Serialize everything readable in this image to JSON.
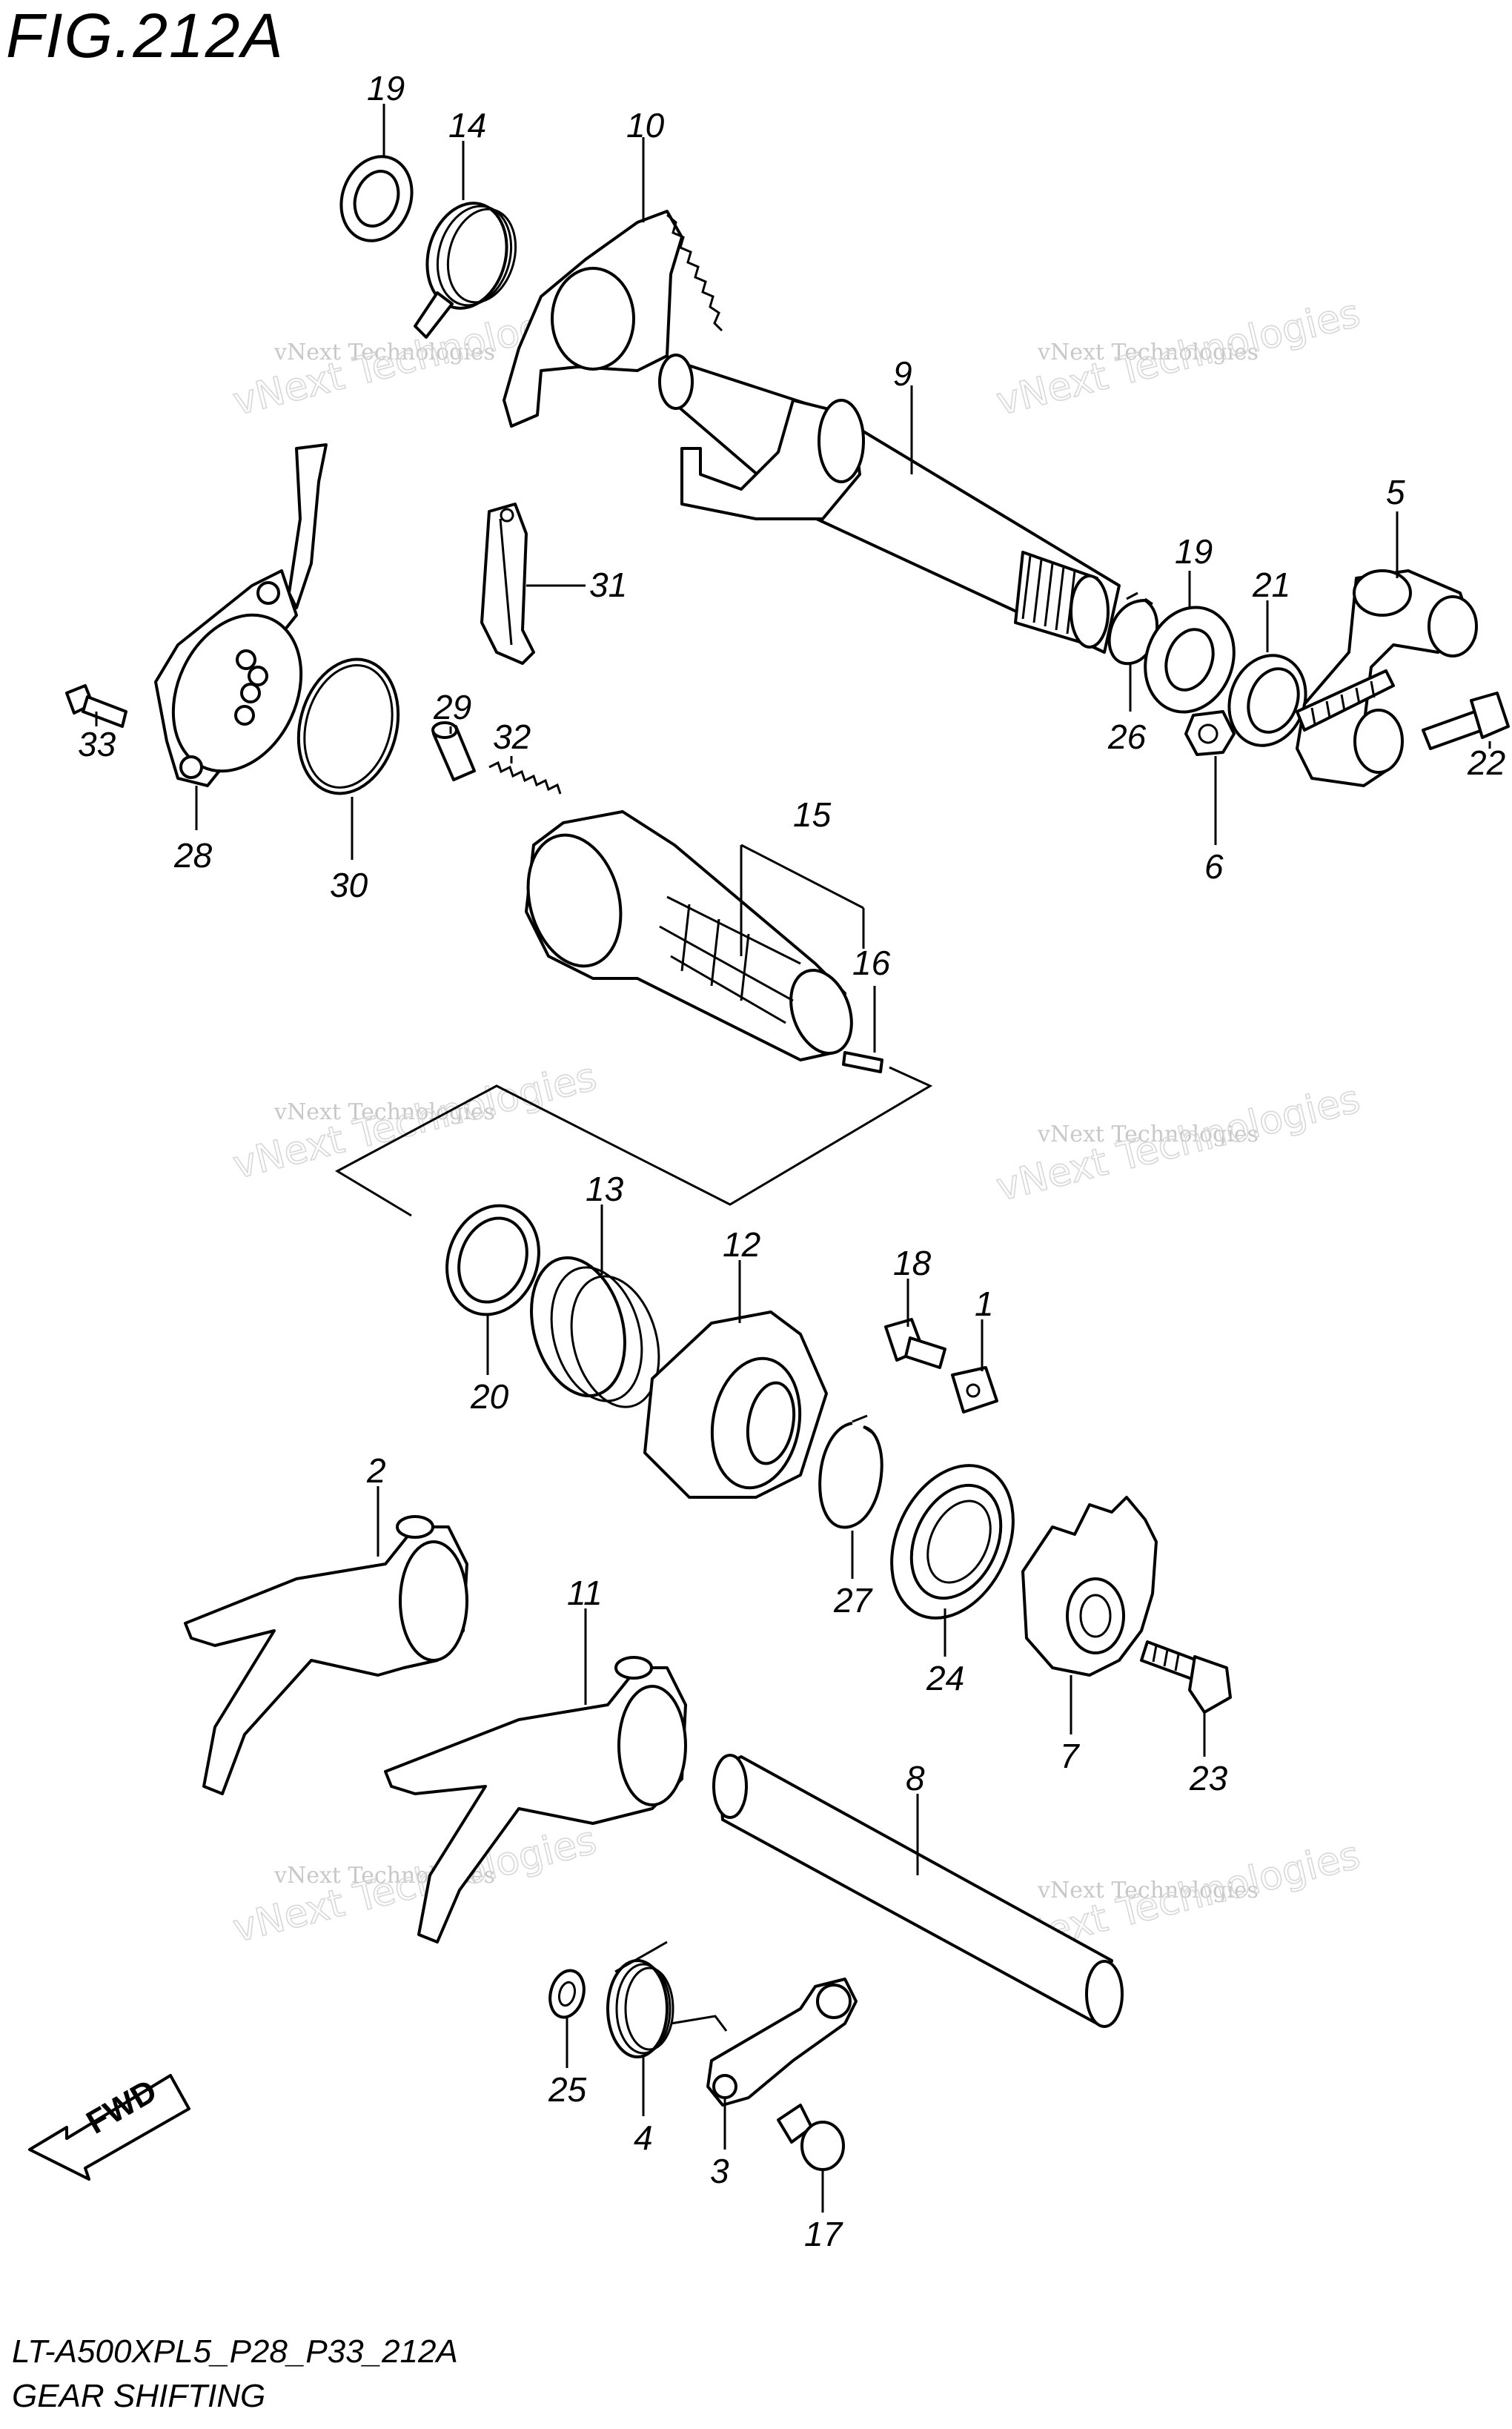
{
  "figure": {
    "title": "FIG.212A",
    "model_code": "LT-A500XPL5_P28_P33_212A",
    "section_name": "GEAR SHIFTING"
  },
  "watermark": {
    "line1": "vNext Technologies",
    "line2": "vNext Technologies"
  },
  "direction_label": "FWD",
  "callouts": {
    "c19a": "19",
    "c14": "14",
    "c10": "10",
    "c9": "9",
    "c31": "31",
    "c5": "5",
    "c19b": "19",
    "c21": "21",
    "c26": "26",
    "c6": "6",
    "c22": "22",
    "c33": "33",
    "c28": "28",
    "c30": "30",
    "c29": "29",
    "c32": "32",
    "c15": "15",
    "c16": "16",
    "c13": "13",
    "c12": "12",
    "c18": "18",
    "c1": "1",
    "c20": "20",
    "c2": "2",
    "c11": "11",
    "c27": "27",
    "c24": "24",
    "c7": "7",
    "c23": "23",
    "c8": "8",
    "c25": "25",
    "c4": "4",
    "c3": "3",
    "c17": "17"
  }
}
